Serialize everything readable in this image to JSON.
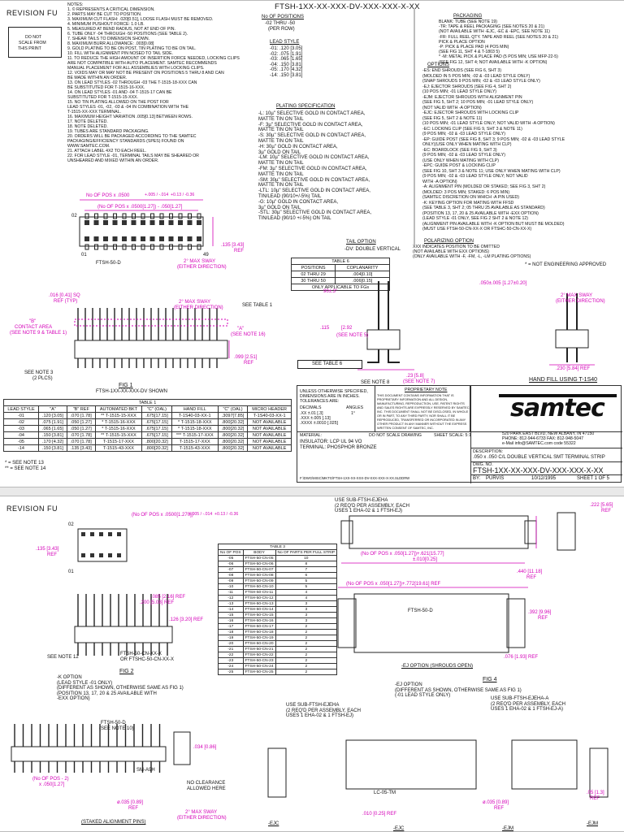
{
  "sheet1": {
    "revision": "REVISION FU",
    "do_not_scale": [
      "DO NOT",
      "SCALE FROM",
      "THIS PRINT"
    ],
    "notes": [
      "NOTES:",
      "1.  © REPRESENTS A CRITICAL DIMENSION.",
      "2.  PARTS MAY BE CUT TO POSITION.",
      "3.  MAXIMUM CUT FLASH: .020[0.51], LOOSE FLASH MUST BE REMOVED.",
      "4.  MINIMUM PUSHOUT FORCE: 1.0 LB.",
      "5.  MEASURED AT BEND RADIUS, NOT AT END OF PIN.",
      "6.  TUBE ONLY -04 THROUGH -50 POSITIONS (SEE TABLE 2).",
      "7.  SHEAR TAILS TO DIMENSION SHOWN.",
      "8.  MAXIMUM BURR ALLOWANCE: .003[0.08]",
      "9.  GOLD PLATING TO BE ON POST, TIN PLATING TO BE ON TAIL.",
      "10. FILL WITH ALIGNMENT PIN NOSED TO TAIL SIDE.",
      "11. TO REDUCE THE HIGH AMOUNT OF INSERTION FORCE NEEDED, LOCKING CLIPS",
      "     ARE NOT COMPATIBLE WITH AUTO PLACEMENT. SAMTEC RECOMMENDS",
      "     MANUAL PLACEMENT FOR ALL ASSEMBLIES WITH LOCKING CLIPS.",
      "12. VOIDS MAY OR MAY NOT BE PRESENT ON POSITIONS 5 THRU 8 AND CAN",
      "     BE MADE WITHIN AN ORDER.",
      "13. ON LEAD STYLES -02 THROUGH -03 THE T-1515-18-XXX CAN",
      "     BE SUBSTITUTED FOR T-1515-16-XXX.",
      "14. ON LEAD STYLES -01 AND -04 T-1515-17 CAN BE",
      "     SUBSTITUTED FOR T-1515-15-XXX.",
      "15. NO TIN PLATING ALLOWED ON THE POST FOR",
      "     LEAD STYLES -01, -02, -03 & -04 IN COMBINATION WITH THE",
      "     T-1515-XX-XXX TERMINAL.",
      "16. MAXIMUM HEIGHT VARIATION .005[0.13] BETWEEN ROWS.",
      "17. NOTE DELETED.",
      "18. NOTE DELETED.",
      "19. TUBES ARE STANDARD PACKAGING.",
      "20. ORDERS WILL BE PACKAGED ACCORDING TO THE SAMTEC",
      "     PACKAGING/EFFICIENCY STANDARDS (SPES) FOUND ON",
      "     WWW.SAMTEC.COM.",
      "21. ATTACH LABEL 4X2 TO EACH REEL.",
      "22. FOR LEAD STYLE -01, TERMINAL TAILS MAY BE SHEARED OR",
      "     UNSHEARED AND MIXED WITHIN AN ORDER."
    ],
    "part_number": "FTSH-1XX-XX-XXX-DV-XXX-XXX-X-XX",
    "no_of_positions": {
      "label": "No OF POSITIONS",
      "values": [
        "-02 THRU -50",
        "(PER ROW)"
      ]
    },
    "lead_style": {
      "label": "LEAD STYLE",
      "values": [
        "-01: .120 [3.05]",
        "-02: .075 [1.91]",
        "-03: .065 [1.65]",
        "-04: .150 [3.81]",
        "-05: .170 [4.32]",
        "-14: .150 [3.81]"
      ]
    },
    "plating": {
      "label": "PLATING SPECIFICATION",
      "values": [
        "-L: 10µ\" SELECTIVE GOLD IN CONTACT AREA,",
        "     MATTE TIN ON TAIL",
        "-F: 3µ\" SELECTIVE GOLD IN CONTACT AREA,",
        "     MATTE TIN ON TAIL",
        "-S: 30µ\" SELECTIVE GOLD IN CONTACT AREA,",
        "     MATTE TIN ON TAIL",
        "-H: 30µ\" GOLD IN CONTACT AREA,",
        "     3µ\" GOLD ON TAIL",
        "-LM: 10µ\" SELECTIVE GOLD IN CONTACT AREA,",
        "     MATTE TIN ON TAIL",
        "-FM: 3µ\" SELECTIVE GOLD IN CONTACT AREA,",
        "     MATTE TIN ON TAIL",
        "-SM: 30µ\" SELECTIVE GOLD IN CONTACT AREA,",
        "     MATTE TIN ON TAIL",
        "-LTL: 10µ\" SELECTIVE GOLD IN CONTACT AREA,",
        "     TIN/LEAD (90/10+/-5%) TAIL",
        "-G: 10µ\" GOLD IN CONTACT AREA,",
        "     3µ\" GOLD ON TAIL",
        "-STL: 30µ\" SELECTIVE GOLD IN CONTACT AREA,",
        "     TIN/LEAD (90/10 +/-5%) ON TAIL"
      ]
    },
    "tail_option": {
      "label": "TAIL OPTION",
      "value": "-DV: DOUBLE VERTICAL"
    },
    "packaging": {
      "label": "PACKAGING",
      "values": [
        "BLANK: TUBE (SEE NOTE 19)",
        "-TR: TAPE & REEL PACKAGING (SEE NOTES 20 & 21)",
        "(NOT AVAILABLE WITH -EJC, -EC & -EPC, SEE NOTE 11)",
        "-FR: FULL REEL QTY. TAPE AND REEL (SEE NOTES 20 & 21)",
        "PICK & PLACE OPTION",
        "-P: PICK & PLACE PAD (4 POS MIN)",
        "(SEE FIG 11, SHT 4 & T-1803 5)",
        "* -M: METAL PICK & PLACE PAD (5 POS MIN; USE MFP-22-5)",
        "(SEE FIG 12, SHT 4; NOT AVAILABLE WITH -K OPTION)"
      ]
    },
    "options": {
      "label": "OPTIONS",
      "values": [
        "-ES: END SHROUDS (SEE FIG 6, SHT 3)",
        "(MOLDED IN 5 POS MIN; -02 & -03 LEAD STYLE ONLY)",
        "(SNAP SHROUDS 9 POS MIN; -02 & -03 LEAD STYLE ONLY)",
        "-EJ: EJECTOR SHROUDS (SEE FIG 4, SHT 2)",
        "(10 POS MIN; -01 LEAD STYLE ONLY)",
        "-EJM: EJECTOR SHROUDS WITH ALIGNMENT PIN",
        "(SEE FIG 5, SHT 2; 10 POS MIN; -01 LEAD STYLE ONLY)",
        "(NOT VALID WITH -A OPTION)",
        "-EJC: EJECTOR SHROUDS WITH LOCKING CLIP",
        "(SEE FIG 5, SHT 2 & NOTE 11)",
        "(10 POS MIN; -01 LEAD STYLE ONLY; NOT VALID WITH -A OPTION)",
        "-EC: LOCKING CLIP (SEE FIG 9, SHT 3 & NOTE 11)",
        "(9 POS MIN; -02 & -03 LEAD STYLE ONLY)",
        "-EP: GUIDE POST (SEE FIG 8, SHT 3; 9 POS MIN; -02 & -03 LEAD STYLE",
        "ONLY)(USE ONLY WHEN MATING WITH CLP)",
        "-EC: BOARDLOCK (SEE FIG 9, SHT 3)",
        "(9 POS MIN; -02 & -03 LEAD STYLE ONLY)",
        "(USE ONLY WHEN MATING WITH CLP)",
        "-EPC: GUIDE POST & LOCKING CLIP",
        "(SEE FIG 10, SHT 3 & NOTE 11; USE ONLY WHEN MATING WITH CLP)",
        "(9 POS MIN; -02 & -03 LEAD STYLE ONLY; NOT VALID",
        "WITH -A OPTION)",
        "-A: ALIGNMENT PIN (MOLDED OR STAKED; SEE FIG 3, SHT 2)",
        "(MOLDED: 3 POS MIN; STAKED: 6 POS MIN)",
        "(SAMTEC DISCRETION ON WHICH -A PIN USED)",
        "-K: KEYING OPTION FOR MATING WITH FFSD",
        "(SEE TABLE 3, SHT 2; 05 THRU 25 AVAILABLE AS STANDARD)",
        "(POSITION 13, 17, 20 & 25 AVAILABLE WITH -EXX OPTION)",
        "(LEAD STYLE -01 ONLY, SEE FIG 2 SHT 2 & NOTE 12)",
        "(ALIGNMENT PIN AVAILABLE WITH -K OPTION BUT MUST BE MOLDED)",
        "(MUST USE FTSH-50-CN-XX-X OR FTSHC-50-CN-XX-X)"
      ]
    },
    "polarizing": {
      "label": "POLARIZING OPTION",
      "values": [
        "XXX INDICATES POSITION TO BE OMITTED",
        "(NOT AVAILABLE WITH EXX OPTIONS)",
        "(ONLY AVAILABLE WITH -F, -FM, -L, -LM PLATING OPTIONS)"
      ]
    },
    "not_eng_approved": "* = NOT ENGINEERING APPROVED",
    "table6": {
      "title": "TABLE 6",
      "headers": [
        "POSITIONS",
        "COPLANARITY"
      ],
      "rows": [
        [
          "02 THRU 29",
          ".004[0.10]"
        ],
        [
          "30 THRU 50",
          ".006[0.15]"
        ]
      ],
      "footer": "ONLY APPLICABLE TO FGs"
    },
    "dims": {
      "pos_top": "No OF POS x .0500",
      "pos_top_tol": "+.005 / -.014",
      "pos_top_mm": "+0.13 / -0.36",
      "pos_mid": "(No OF POS x .0500[1.27]) - .050[1.27]",
      "label_02": "02",
      "label_01": "01",
      "label_49": "49",
      "max_sway": "2° MAX SWAY",
      "either_dir": "(EITHER DIRECTION)",
      "ftsh50d": "FTSH-50-D",
      "d135": ".135 [3.43]",
      "ref": "REF",
      "sq": ".016 [0.41] SQ",
      "sq_ref": "REF (TYP)",
      "b": "\"B\"",
      "contact_area": "CONTACT AREA",
      "see_note9": "(SEE NOTE 9 & TABLE 1)",
      "see_table1": "SEE TABLE 1",
      "a": "\"A\"",
      "see_note16": "(SEE NOTE 16)",
      "d099": ".099 [2.51]",
      "see_note3": "SEE NOTE 3",
      "two_plcs": "(2 PLCS)",
      "fig1": "FIG 1",
      "fig1_sub": "FTSH-1XX-XX-XXX-DV SHOWN",
      "d050": ".050±.005 [1.27±0.20]",
      "angle": "90±.3°",
      "d115": ".115",
      "d115_mm": "[2.92",
      "see_note5": "(SEE NOTE 5)",
      "see_table6": "SEE TABLE 6",
      "see_note8": "SEE NOTE 8",
      "d23": ".23 [5.8]",
      "see_note7": "(SEE NOTE 7)",
      "d230": ".230 [5.84] REF",
      "hand_fill": "HAND FILL USING T-1S40"
    },
    "table1": {
      "title": "TABLE 1",
      "headers": [
        "LEAD STYLE",
        "\"A\"",
        "\"B\" REF",
        "AUTOMATED BKT",
        "\"C\" (OAL)",
        "HAND FILL",
        "\"C\" (OAL)",
        "MICRO HEADER"
      ],
      "rows": [
        [
          "-01",
          ".120 [3.05]",
          ".070 [1.78]",
          "** T-1515-15-XXX",
          ".675[17.15]",
          "T-1S40-03-XX-1",
          ".3097[7.85]",
          "T-1S40-03-XX-1"
        ],
        [
          "-02",
          ".075 [1.91]",
          ".050 [1.27]",
          "* T-1515-16-XXX",
          ".675[17.15]",
          "* T-1515-18-XXX",
          ".800[20.32]",
          "NOT AVAILABLE"
        ],
        [
          "-03",
          ".065 [1.65]",
          ".050 [1.27]",
          "* T-1515-16-XXX",
          ".675[17.15]",
          "* T-1515-18-XXX",
          ".800[20.32]",
          "NOT AVAILABLE"
        ],
        [
          "-04",
          ".150 [3.81]",
          ".070 [1.78]",
          "** T-1515-15-XXX",
          ".675[17.15]",
          "*** T-1515-17-XXX",
          ".800[20.32]",
          "NOT AVAILABLE"
        ],
        [
          "-05",
          ".170 [4.32]",
          ".070 [1.78]",
          "T-1515-17-XXX",
          ".800[20.32]",
          "T-1515-17-XXX",
          ".800[20.32]",
          "NOT AVAILABLE"
        ],
        [
          "-14",
          ".150 [3.81]",
          ".135 [3.43]",
          "T-1515-43-XXX",
          ".800[20.32]",
          "T-1515-43-XXX",
          ".800[20.32]",
          "NOT AVAILABLE"
        ]
      ],
      "footnotes": [
        "* = SEE NOTE 13",
        "** = SEE NOTE 14"
      ]
    },
    "title_block": {
      "unless": [
        "UNLESS OTHERWISE SPECIFIED,",
        "DIMENSIONS ARE IN INCHES.",
        "TOLERANCES ARE:"
      ],
      "decimals": "DECIMALS",
      "angles": "ANGLES",
      "tol": [
        ".XX  ±.01 [.3]",
        ".XXX  ±.005 [.13]",
        ".XXXX  ±.0010 [.025]"
      ],
      "angle_tol": "1°",
      "proprietary_title": "PROPRIETARY NOTE",
      "proprietary": [
        "THIS DOCUMENT CONTAINS INFORMATION THAT IS",
        "PROPRIETARY INFORMATION AND ALL DESIGN,",
        "MANUFACTURING, REPRODUCTION, USE, PATENT RIGHTS",
        "AND SALES RIGHTS ARE EXPRESSLY RESERVED BY SAMTEC,",
        "INC. THIS DOCUMENT SHALL NOT BE DISCLOSED, IN WHOLE",
        "OR IN PART, TO ANY THIRD PARTY, NOR SHALL IT BE",
        "REPRODUCED, TRANSFERRED OR INCORPORATED IN ANY",
        "OTHER PRODUCT IN ANY MANNER WITHOUT THE EXPRESS",
        "WRITTEN CONSENT OF SAMTEC, INC."
      ],
      "material": "MATERIAL:",
      "do_not_scale": "DO NOT SCALE DRAWING",
      "sheet_scale": "SHEET SCALE: 5:1",
      "insulator": "INSULATOR: LCP UL 94 VO",
      "terminal": "TERMINAL: PHOSPHOR BRONZE",
      "logo": "samtec",
      "address": "520 PARK EAST BLVD, NEW ALBANY, IN 47150",
      "phone": "PHONE: 812-944-6733      FAX: 812-948-5047",
      "email": "e-Mail  info@SAMTEC.com       code  55322",
      "description_label": "DESCRIPTION:",
      "description": ".050 x .050 C/L DOUBLE VERTICAL SMT TERMINAL STRIP",
      "dwg_label": "DWG. NO.",
      "dwg_no": "FTSH-1XX-XX-XXX-DV-XXX-XXX-X-XX",
      "by": "BY:",
      "by_name": "PURVIS",
      "date": "10/12/1995",
      "sheet": "SHEET 1 OF 5",
      "file_path": "F:\\DWG\\MISC\\MKTG\\FTSH-1XX-XX-XXX-DV-XXX-XXX-X-XX.SLDDRW"
    }
  },
  "sheet2": {
    "revision": "REVISION FU",
    "pos_dim": "(No OF POS x .0500[1.270])",
    "pos_tol": "+.005 / -.014",
    "pos_mm": "+0.13 / -0.36",
    "label_02": "02",
    "label_01": "01",
    "d135": ".135 [3.43]",
    "ref": "REF",
    "d085": ".085 [2.16] REF",
    "d200": ".200 [5.08] REF",
    "d126": ".126 [3.20] REF",
    "see_note12": "SEE NOTE 12",
    "ftsh_cn": "FTSH-50-CN-XX-X",
    "ftshc_cn": "OR FTSHC-50-CN-XX-X",
    "fig2": "FIG 2",
    "fig2_sub": [
      "-K OPTION",
      "(LEAD STYLE -01 ONLY)",
      "(DIFFERENT AS SHOWN, OTHERWISE SAME AS FIG 1)",
      "(POSITION 13, 17, 20 & 25 AVAILABLE WITH",
      "-EXX OPTION)"
    ],
    "table3": {
      "title": "TABLE 3",
      "headers": [
        "No OF POS",
        "BODY",
        "No OF PARTS PER FULL STRIP"
      ],
      "rows": [
        [
          "-05",
          "FTSH-50-CN-05",
          "10"
        ],
        [
          "-06",
          "FTSH-50-CN-06",
          "8"
        ],
        [
          "-07",
          "FTSH-50-CN-07",
          "7"
        ],
        [
          "-08",
          "FTSH-50-CN-08",
          "6"
        ],
        [
          "-09",
          "FTSH-50-CN-09",
          "5"
        ],
        [
          "-10",
          "FTSH-50-CN-10",
          "5"
        ],
        [
          "-11",
          "FTSH-50-CN-11",
          "4"
        ],
        [
          "-12",
          "FTSH-50-CN-12",
          "4"
        ],
        [
          "-13",
          "FTSH-50-CN-13",
          "3"
        ],
        [
          "-14",
          "FTSH-50-CN-14",
          "3"
        ],
        [
          "-15",
          "FTSH-50-CN-15",
          "3"
        ],
        [
          "-16",
          "FTSH-50-CN-16",
          "3"
        ],
        [
          "-17",
          "FTSH-50-CN-17",
          "2"
        ],
        [
          "-18",
          "FTSH-50-CN-18",
          "2"
        ],
        [
          "-19",
          "FTSH-50-CN-19",
          "2"
        ],
        [
          "-20",
          "FTSH-50-CN-20",
          "2"
        ],
        [
          "-21",
          "FTSH-50-CN-21",
          "2"
        ],
        [
          "-22",
          "FTSH-50-CN-22",
          "2"
        ],
        [
          "-23",
          "FTSH-50-CN-23",
          "2"
        ],
        [
          "-24",
          "FTSH-50-CN-24",
          "2"
        ],
        [
          "-25",
          "FTSH-50-CN-25",
          "2"
        ]
      ]
    },
    "use_sub": [
      "USE SUB-FTSH-EJEHA",
      "(2 REQ'D PER ASSEMBLY, EACH",
      "USES 1 EHA-02 & 1 FTSH-EJ)"
    ],
    "d222": ".222 [5.65]",
    "d440": ".440 [11.18]",
    "ej_dim": "(No OF POS x .050[1.27])+.621[15.77]",
    "ej_tol": "±.010[0.25]",
    "ej_dim2": "(No OF POS x .050[1.27])+.772[19.61] REF",
    "ftsh50d": "FTSH-50-D",
    "d392": ".392 [9.96]",
    "d076": ".076 [1.93] REF",
    "ej_option": "-EJ OPTION (SHROUDS OPEN)",
    "fig4": "FIG 4",
    "fig4_sub": [
      "-EJ OPTION",
      "(DIFFERENT AS SHOWN, OTHERWISE SAME AS FIG 1)",
      "(-01 LEAD STYLE ONLY)"
    ],
    "ftsh50d_note": "FTSH-50-D",
    "see_note10": "(SEE NOTE 10)",
    "d034": ".034 [0.86]",
    "sm_a9h": "SM-A9H",
    "no_clearance": [
      "NO CLEARANCE",
      "ALLOWED HERE"
    ],
    "pos2": "(No OF POS - 2)",
    "pos2b": "x .050[1.27]",
    "d035": "ø.035 [0.89]",
    "max_sway": "2° MAX SWAY",
    "either_dir": "(EITHER DIRECTION)",
    "staked": "(STAKED ALIGNMENT PINS)",
    "use_sub2": [
      "USE SUB-FTSH-EJEHA",
      "(2 REQ'D PER ASSEMBLY, EACH",
      "USES 1 EHA-02 & 1 FTSH-EJ)"
    ],
    "use_sub3": [
      "USE SUB-FTSH-EJEHA-A",
      "(2 REQ'D PER ASSEMBLY, EACH",
      "USES 1 EHA-02 & 1 FTSH-EJ-A)"
    ],
    "lc05": "LC-05-TM",
    "d010": ".010 [0.25] REF",
    "d05": ".05 [1.3]",
    "ejc": "-EJC",
    "ejm": "-EJM"
  }
}
